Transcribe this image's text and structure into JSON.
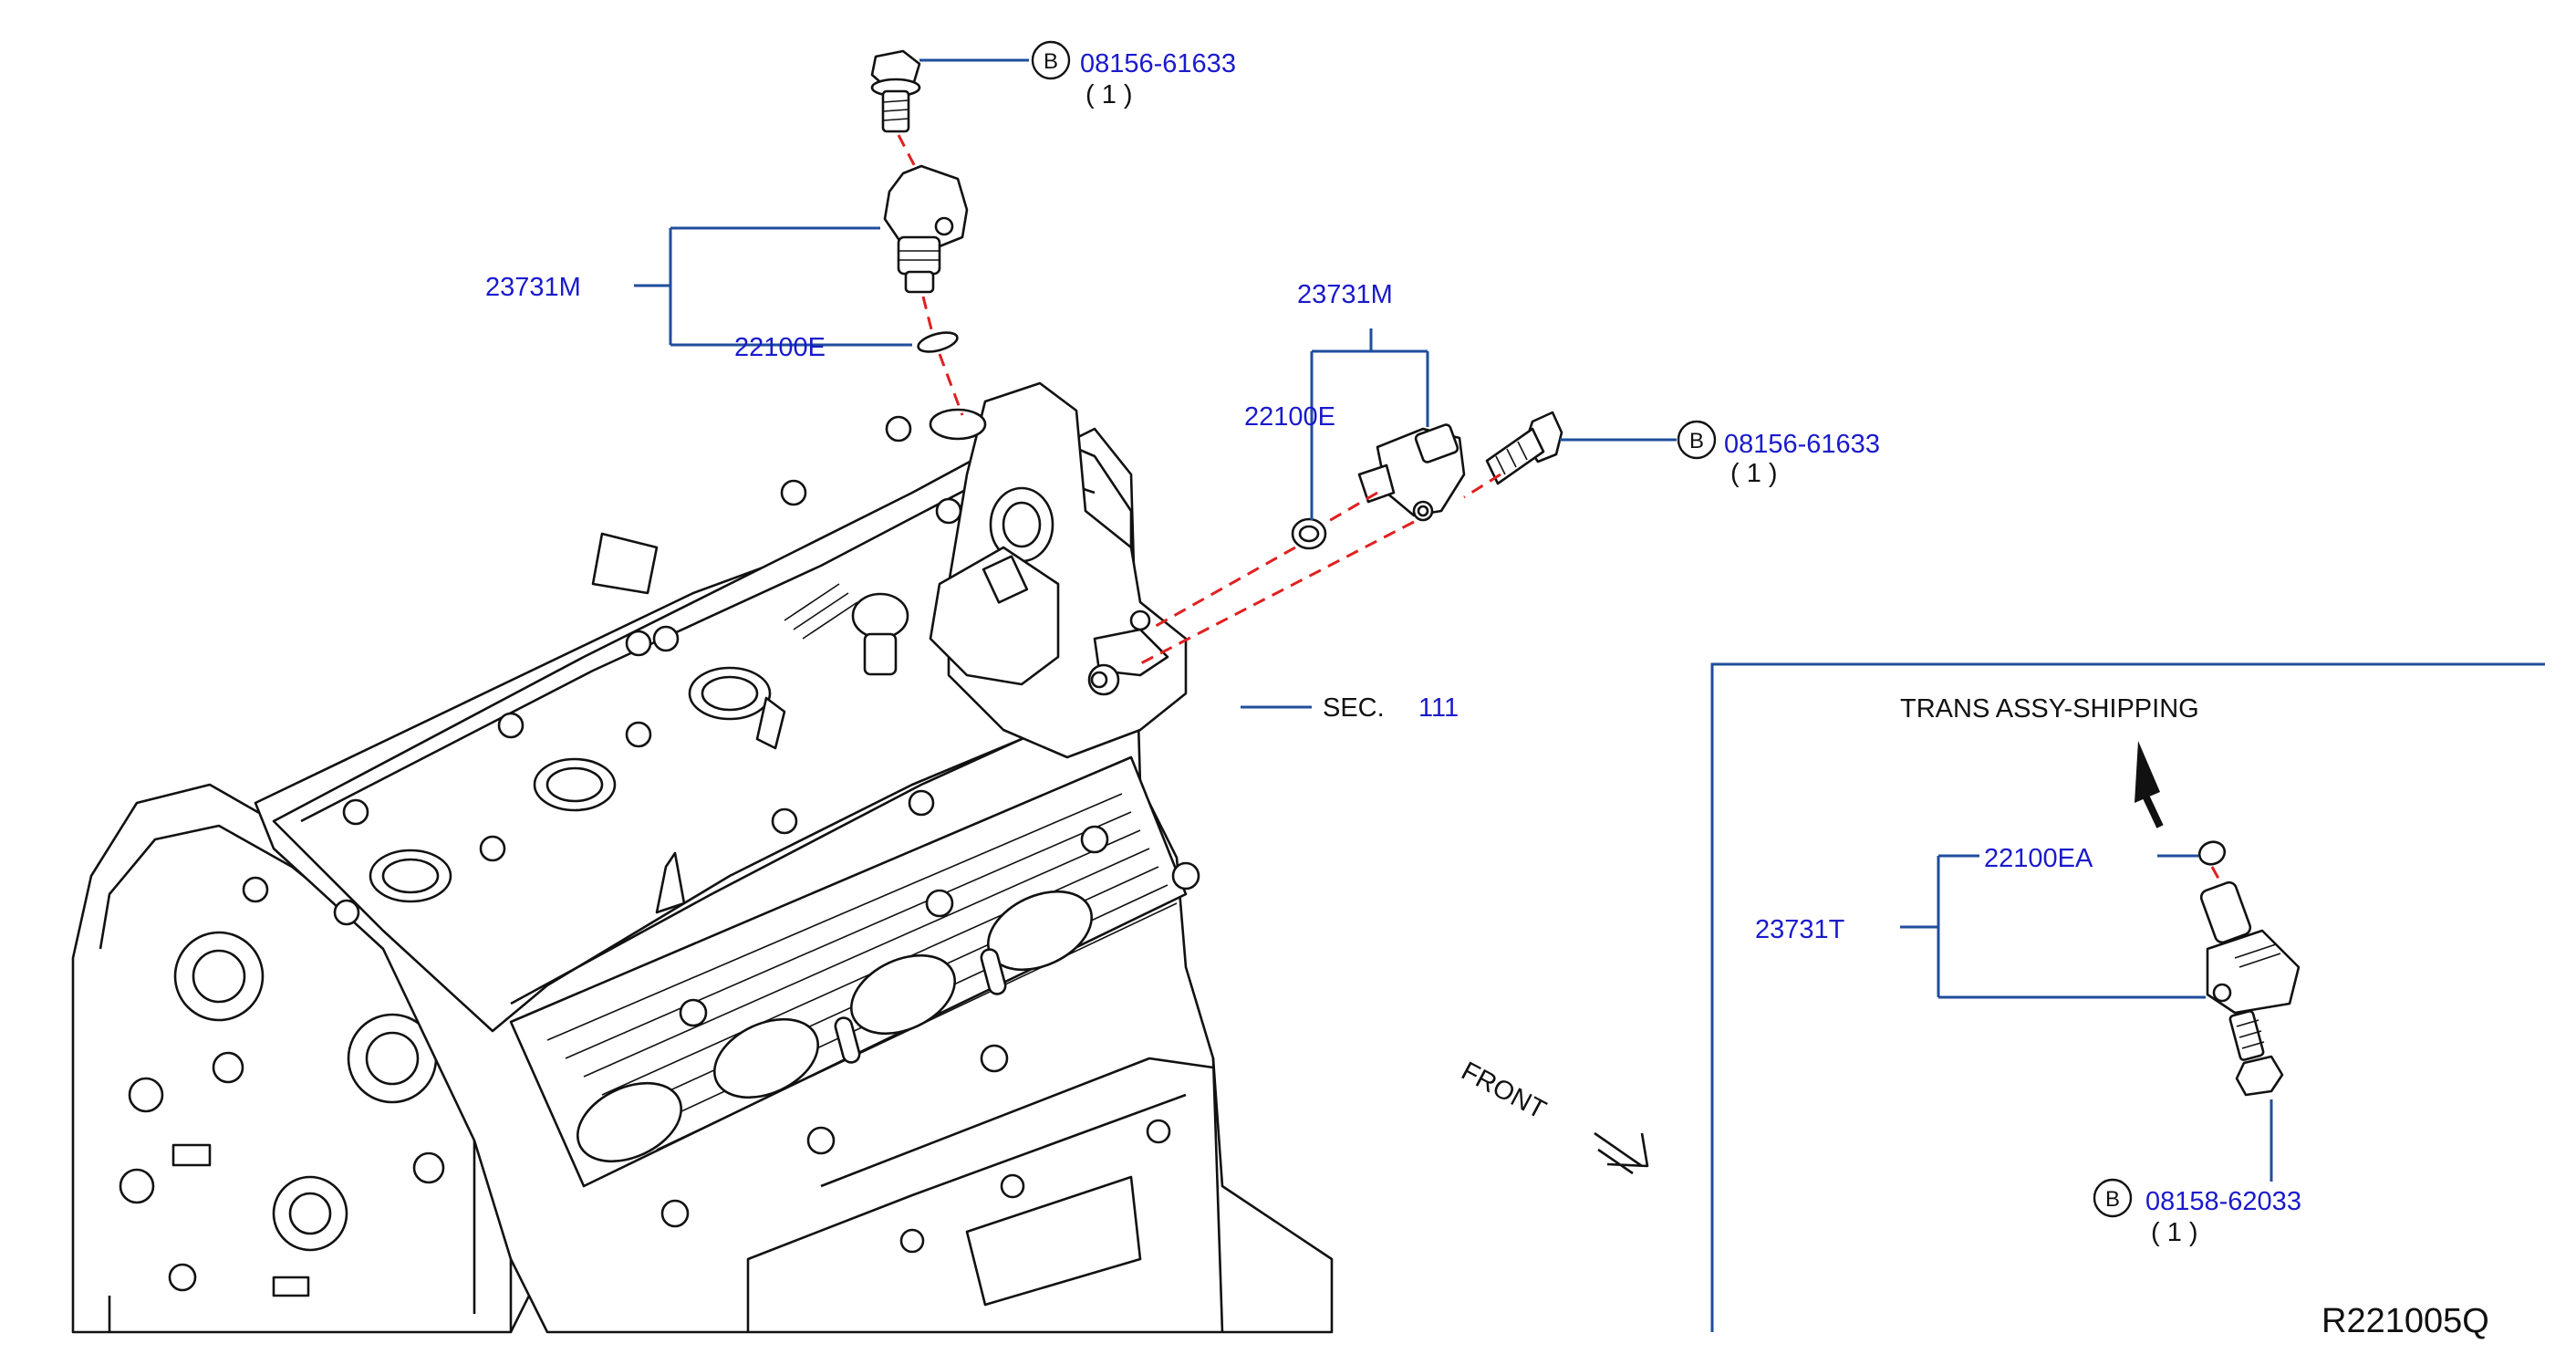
{
  "callouts": {
    "bolt_top": {
      "marker": "B",
      "part_no": "08156-61633",
      "qty": "( 1 )"
    },
    "sensor_top": "23731M",
    "oring_top": "22100E",
    "sensor_mid": "23731M",
    "oring_mid": "22100E",
    "bolt_mid": {
      "marker": "B",
      "part_no": "08156-61633",
      "qty": "( 1 )"
    },
    "section": {
      "prefix": "SEC.",
      "number": "111"
    },
    "front": "FRONT"
  },
  "inset": {
    "title": "TRANS   ASSY-SHIPPING",
    "sensor": "23731T",
    "oring": "22100EA",
    "bolt": {
      "marker": "B",
      "part_no": "08158-62033",
      "qty": "( 1 )"
    }
  },
  "reference_code": "R221005Q"
}
